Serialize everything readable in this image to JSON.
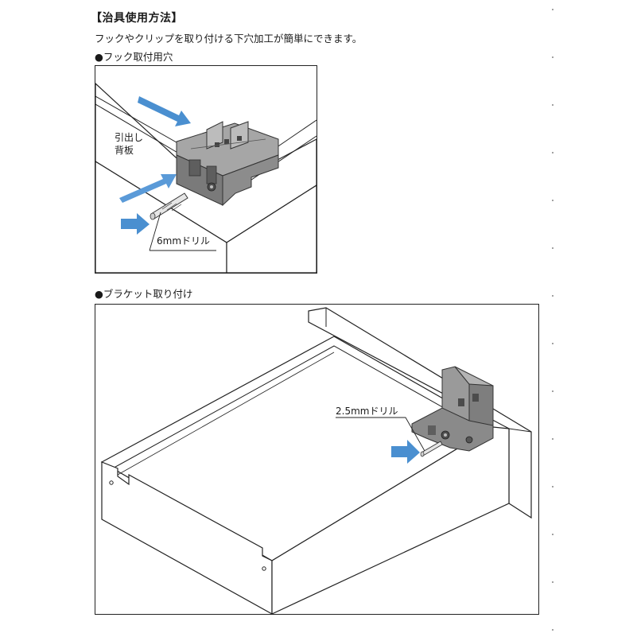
{
  "header": {
    "title": "【治具使用方法】",
    "description": "フックやクリップを取り付ける下穴加工が簡単にできます。"
  },
  "sections": [
    {
      "label": "●フック取付用穴",
      "callouts": {
        "board_line1": "引出し",
        "board_line2": "背板",
        "drill": "6mmドリル"
      }
    },
    {
      "label": "●ブラケット取り付け",
      "callouts": {
        "drill": "2.5mmドリル"
      }
    }
  ],
  "colors": {
    "arrow": "#4a8fd0",
    "arrow_light": "#6fb0e8",
    "jig_dark": "#6e6e6e",
    "jig_mid": "#9a9a9a",
    "jig_light": "#c4c4c4",
    "line": "#222222"
  }
}
